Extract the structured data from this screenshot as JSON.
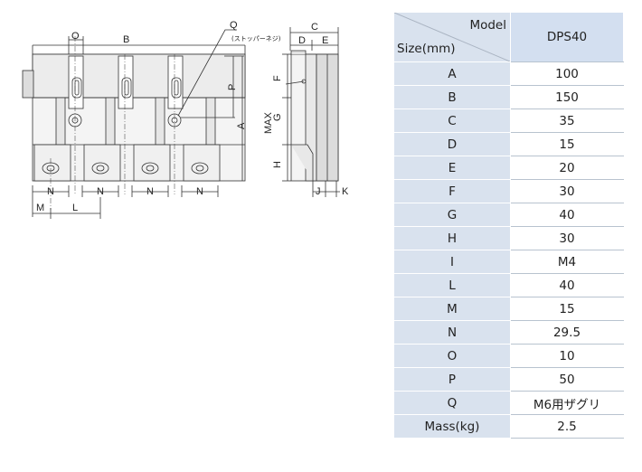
{
  "drawing": {
    "dim_labels": {
      "O": "O",
      "B": "B",
      "Q": "Q",
      "C": "C",
      "D": "D",
      "E": "E",
      "F": "F",
      "P": "P",
      "MAX": "MAX",
      "G": "G",
      "A": "A",
      "H": "H",
      "N": "N",
      "M": "M",
      "L": "L",
      "J": "J",
      "K": "K"
    },
    "stopper_note": "(ストッパーネジ)"
  },
  "table": {
    "header": {
      "model_label": "Model",
      "size_label": "Size(mm)",
      "model_value": "DPS40"
    },
    "rows": [
      {
        "key": "A",
        "value": "100"
      },
      {
        "key": "B",
        "value": "150"
      },
      {
        "key": "C",
        "value": "35"
      },
      {
        "key": "D",
        "value": "15"
      },
      {
        "key": "E",
        "value": "20"
      },
      {
        "key": "F",
        "value": "30"
      },
      {
        "key": "G",
        "value": "40"
      },
      {
        "key": "H",
        "value": "30"
      },
      {
        "key": "I",
        "value": "M4"
      },
      {
        "key": "L",
        "value": "40"
      },
      {
        "key": "M",
        "value": "15"
      },
      {
        "key": "N",
        "value": "29.5"
      },
      {
        "key": "O",
        "value": "10"
      },
      {
        "key": "P",
        "value": "50"
      },
      {
        "key": "Q",
        "value": "M6用ザグリ"
      },
      {
        "key": "Mass(kg)",
        "value": "2.5"
      }
    ]
  }
}
